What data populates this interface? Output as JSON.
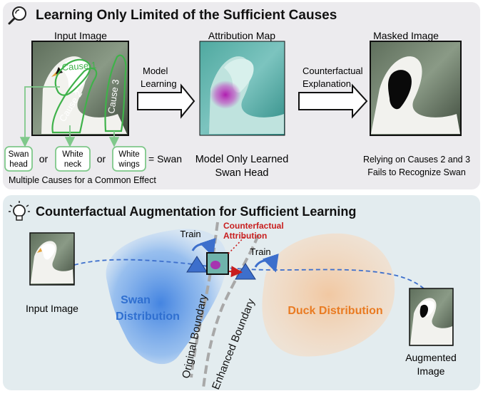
{
  "top_panel": {
    "title": "Learning Only Limited of the Sufficient Causes",
    "icon": "magnifier-icon",
    "input_image_label": "Input Image",
    "attribution_map_label": "Attribution Map",
    "masked_image_label": "Masked Image",
    "cause_labels": [
      "Cause 1",
      "Cause 2",
      "Cause 3"
    ],
    "arrow_model_learning": [
      "Model",
      "Learning"
    ],
    "arrow_counterfactual": [
      "Counterfactual",
      "Explanation"
    ],
    "equation": {
      "box1": [
        "Swan",
        "head"
      ],
      "or1": "or",
      "box2": [
        "White",
        "neck"
      ],
      "or2": "or",
      "box3": [
        "White",
        "wings"
      ],
      "result": "= Swan"
    },
    "caption_causes": "Multiple Causes for a Common Effect",
    "caption_model": [
      "Model Only Learned",
      "Swan Head"
    ],
    "caption_masked": [
      "Relying on Causes 2 and 3",
      "Fails to Recognize Swan"
    ]
  },
  "bottom_panel": {
    "title": "Counterfactual Augmentation for Sufficient Learning",
    "icon": "lightbulb-icon",
    "input_image_label": "Input Image",
    "swan_distribution": [
      "Swan",
      "Distribution"
    ],
    "duck_distribution": "Duck Distribution",
    "train_label_1": "Train",
    "train_label_2": "Train",
    "counterfactual_attribution": [
      "Counterfactual",
      "Attribution"
    ],
    "original_boundary": "Original Boundary",
    "enhanced_boundary": "Enhanced Boundary",
    "augmented_image_label": [
      "Augmented",
      "Image"
    ]
  },
  "colors": {
    "top_bg": "#ecebee",
    "bottom_bg": "#e3ecef",
    "cause_green": "#3fb24a",
    "eq_box_green": "#7fc88a",
    "swan_blue": "#2f6fd0",
    "duck_orange": "#e97b22",
    "counterfactual_red": "#c81e1e"
  }
}
